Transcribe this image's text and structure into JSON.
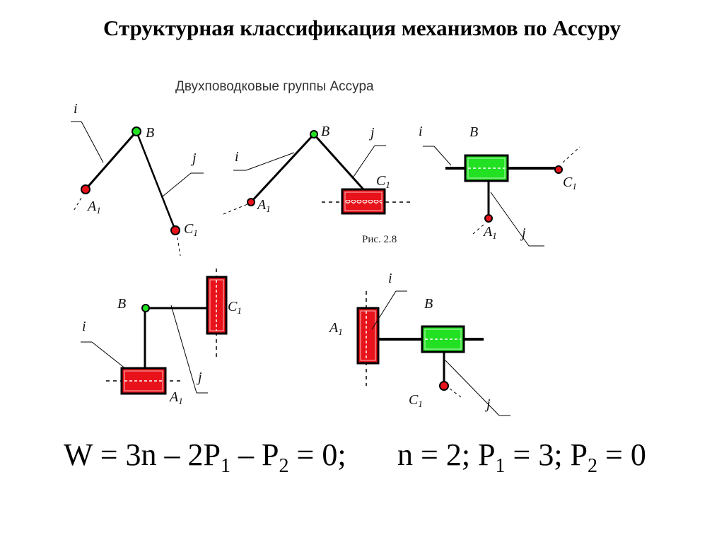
{
  "page": {
    "title": "Структурная классификация механизмов по Ассуру",
    "subtitle": "Двухповодковые группы Ассура",
    "figure_caption": "Рис. 2.8"
  },
  "labels": {
    "i": "i",
    "j": "j",
    "B": "B",
    "A": "A",
    "C": "C",
    "index": "1"
  },
  "formula": {
    "mobility": {
      "lhs": "W = 3n – 2P",
      "sub1": "1",
      "mid": " – P",
      "sub2": "2",
      "rhs": " = 0;"
    },
    "values": {
      "n": "n = 2; P",
      "sub1": "1",
      "p1": " = 3; P",
      "sub2": "2",
      "p2": " = 0"
    }
  },
  "colors": {
    "red_element": "#e8121a",
    "green_element": "#22e022",
    "link": "#000000"
  },
  "groups": [
    {
      "id": 1,
      "type": "RRR",
      "description": "three revolute pairs"
    },
    {
      "id": 2,
      "type": "RRP",
      "description": "two revolute, outer prismatic at C1"
    },
    {
      "id": 3,
      "type": "RPR",
      "description": "inner prismatic at B"
    },
    {
      "id": 4,
      "type": "PRP",
      "description": "outer prismatic at A1 and C1"
    },
    {
      "id": 5,
      "type": "PPR",
      "description": "prismatic at A1 and B"
    }
  ]
}
